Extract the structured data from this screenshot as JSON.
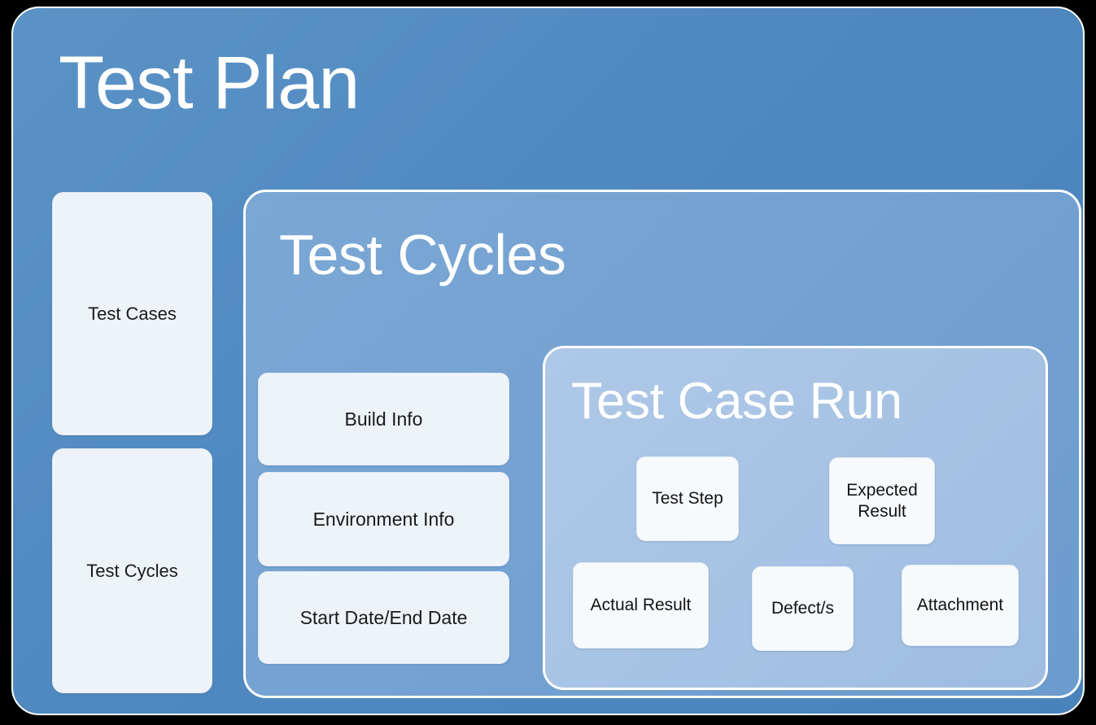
{
  "diagram": {
    "background_color": "#000000",
    "plan": {
      "title": "Test Plan",
      "color": "#5089c1",
      "left_cards": [
        {
          "label": "Test Cases"
        },
        {
          "label": "Test Cycles"
        }
      ],
      "cycles": {
        "title": "Test Cycles",
        "color": "#74a2d2",
        "cards": [
          {
            "label": "Build Info"
          },
          {
            "label": "Environment Info"
          },
          {
            "label": "Start Date/End Date"
          }
        ],
        "case_run": {
          "title": "Test Case Run",
          "color": "#a7c3e4",
          "cards": [
            {
              "label": "Test Step"
            },
            {
              "label": "Expected Result"
            },
            {
              "label": "Actual Result"
            },
            {
              "label": "Defect/s"
            },
            {
              "label": "Attachment"
            }
          ]
        }
      }
    }
  }
}
